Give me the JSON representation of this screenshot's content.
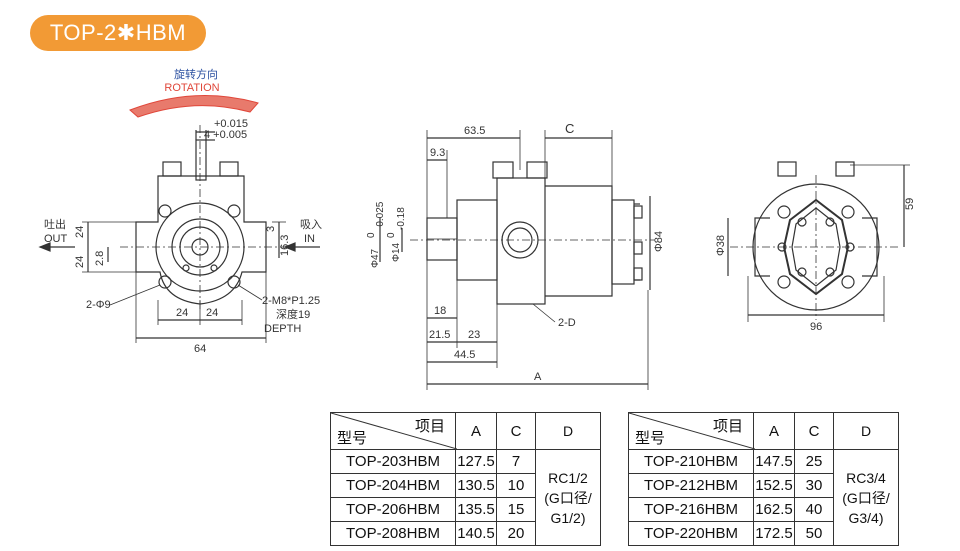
{
  "badge": {
    "label": "TOP-2✱HBM",
    "color": "#f29a35"
  },
  "front_view": {
    "rotation_cn": "旋转方向",
    "rotation_en": "ROTATION",
    "tol_upper": "+0.015",
    "tol_lower": "4 +0.005",
    "out_cn": "吐出",
    "out_en": "OUT",
    "in_cn": "吸入",
    "in_en": "IN",
    "dim_24_left": "24",
    "dim_24_lower": "24",
    "dim_2_8": "2.8",
    "dim_3": "3",
    "dim_16_3": "16.3",
    "hole_label": "2-Φ9",
    "tap_label": "2-M8*P1.25",
    "depth_cn": "深度19",
    "depth_en": "DEPTH",
    "dim_24_a": "24",
    "dim_24_b": "24",
    "dim_64": "64"
  },
  "side_view": {
    "dim_63_5": "63.5",
    "dim_C": "C",
    "dim_9_3": "9.3",
    "tol_0": "0",
    "tol_m0025": "-0.025",
    "tol_0b": "0",
    "tol_m018": "-0.18",
    "dia_47": "Φ47",
    "dia_14": "Φ14",
    "dia_84": "Φ84",
    "dim_18": "18",
    "dim_21_5": "21.5",
    "dim_23": "23",
    "dim_44_5": "44.5",
    "dim_A": "A",
    "port_label": "2-D"
  },
  "rear_view": {
    "dia_38": "Φ38",
    "dim_59": "59",
    "dim_96": "96"
  },
  "table_left": {
    "hdr_item": "项目",
    "hdr_model": "型号",
    "hdr_A": "A",
    "hdr_C": "C",
    "hdr_D": "D",
    "rows": [
      {
        "model": "TOP-203HBM",
        "A": "127.5",
        "C": "7"
      },
      {
        "model": "TOP-204HBM",
        "A": "130.5",
        "C": "10"
      },
      {
        "model": "TOP-206HBM",
        "A": "135.5",
        "C": "15"
      },
      {
        "model": "TOP-208HBM",
        "A": "140.5",
        "C": "20"
      }
    ],
    "D_line1": "RC1/2",
    "D_line2": "(G口径/",
    "D_line3": "G1/2)"
  },
  "table_right": {
    "hdr_item": "项目",
    "hdr_model": "型号",
    "hdr_A": "A",
    "hdr_C": "C",
    "hdr_D": "D",
    "rows": [
      {
        "model": "TOP-210HBM",
        "A": "147.5",
        "C": "25"
      },
      {
        "model": "TOP-212HBM",
        "A": "152.5",
        "C": "30"
      },
      {
        "model": "TOP-216HBM",
        "A": "162.5",
        "C": "40"
      },
      {
        "model": "TOP-220HBM",
        "A": "172.5",
        "C": "50"
      }
    ],
    "D_line1": "RC3/4",
    "D_line2": "(G口径/",
    "D_line3": "G3/4)"
  },
  "colors": {
    "rotation_arrow": "#e0473a",
    "rotation_text": "#2a4fa0",
    "line": "#333333"
  }
}
